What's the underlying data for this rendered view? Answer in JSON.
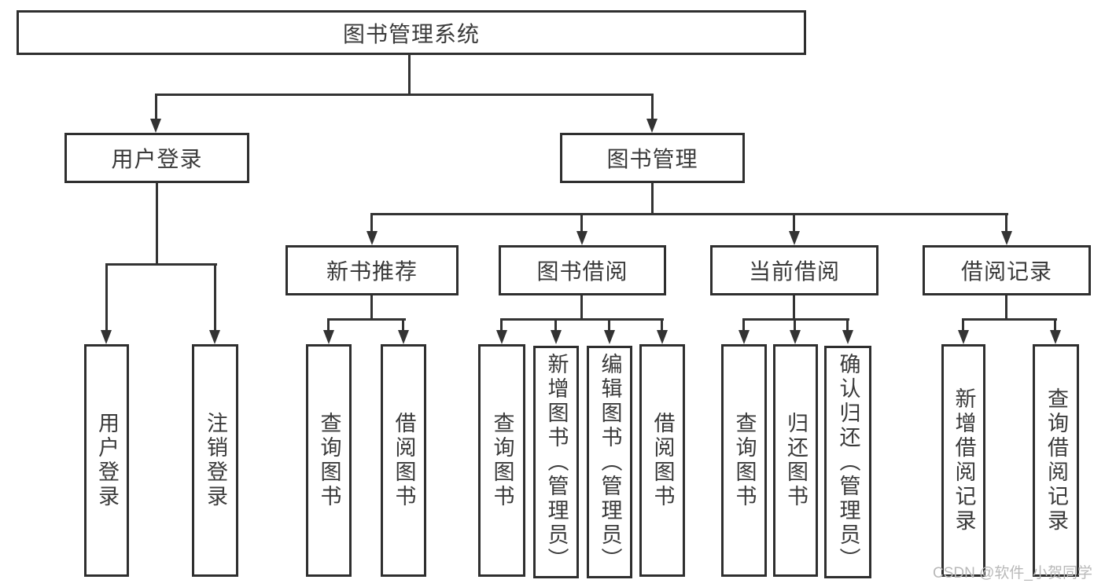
{
  "diagram": {
    "root": {
      "label": "图书管理系统"
    },
    "branches": [
      {
        "label": "用户登录",
        "children": [
          {
            "label": "用户登录"
          },
          {
            "label": "注销登录"
          }
        ]
      },
      {
        "label": "图书管理",
        "children": [
          {
            "label": "新书推荐",
            "children": [
              {
                "label": "查询图书"
              },
              {
                "label": "借阅图书"
              }
            ]
          },
          {
            "label": "图书借阅",
            "children": [
              {
                "label": "查询图书"
              },
              {
                "label": "新增图书（管理员）"
              },
              {
                "label": "编辑图书（管理员）"
              },
              {
                "label": "借阅图书"
              }
            ]
          },
          {
            "label": "当前借阅",
            "children": [
              {
                "label": "查询图书"
              },
              {
                "label": "归还图书"
              },
              {
                "label": "确认归还（管理员）"
              }
            ]
          },
          {
            "label": "借阅记录",
            "children": [
              {
                "label": "新增借阅记录"
              },
              {
                "label": "查询借阅记录"
              }
            ]
          }
        ]
      }
    ]
  },
  "watermark": {
    "text": "CSDN @软件_小贺同学"
  },
  "colors": {
    "line": "#333333",
    "border": "#2f2f2f",
    "text": "#3a3a3a",
    "node_background": "#ffffff",
    "page_background": "#ffffff",
    "watermark": "#b9b9b9"
  }
}
